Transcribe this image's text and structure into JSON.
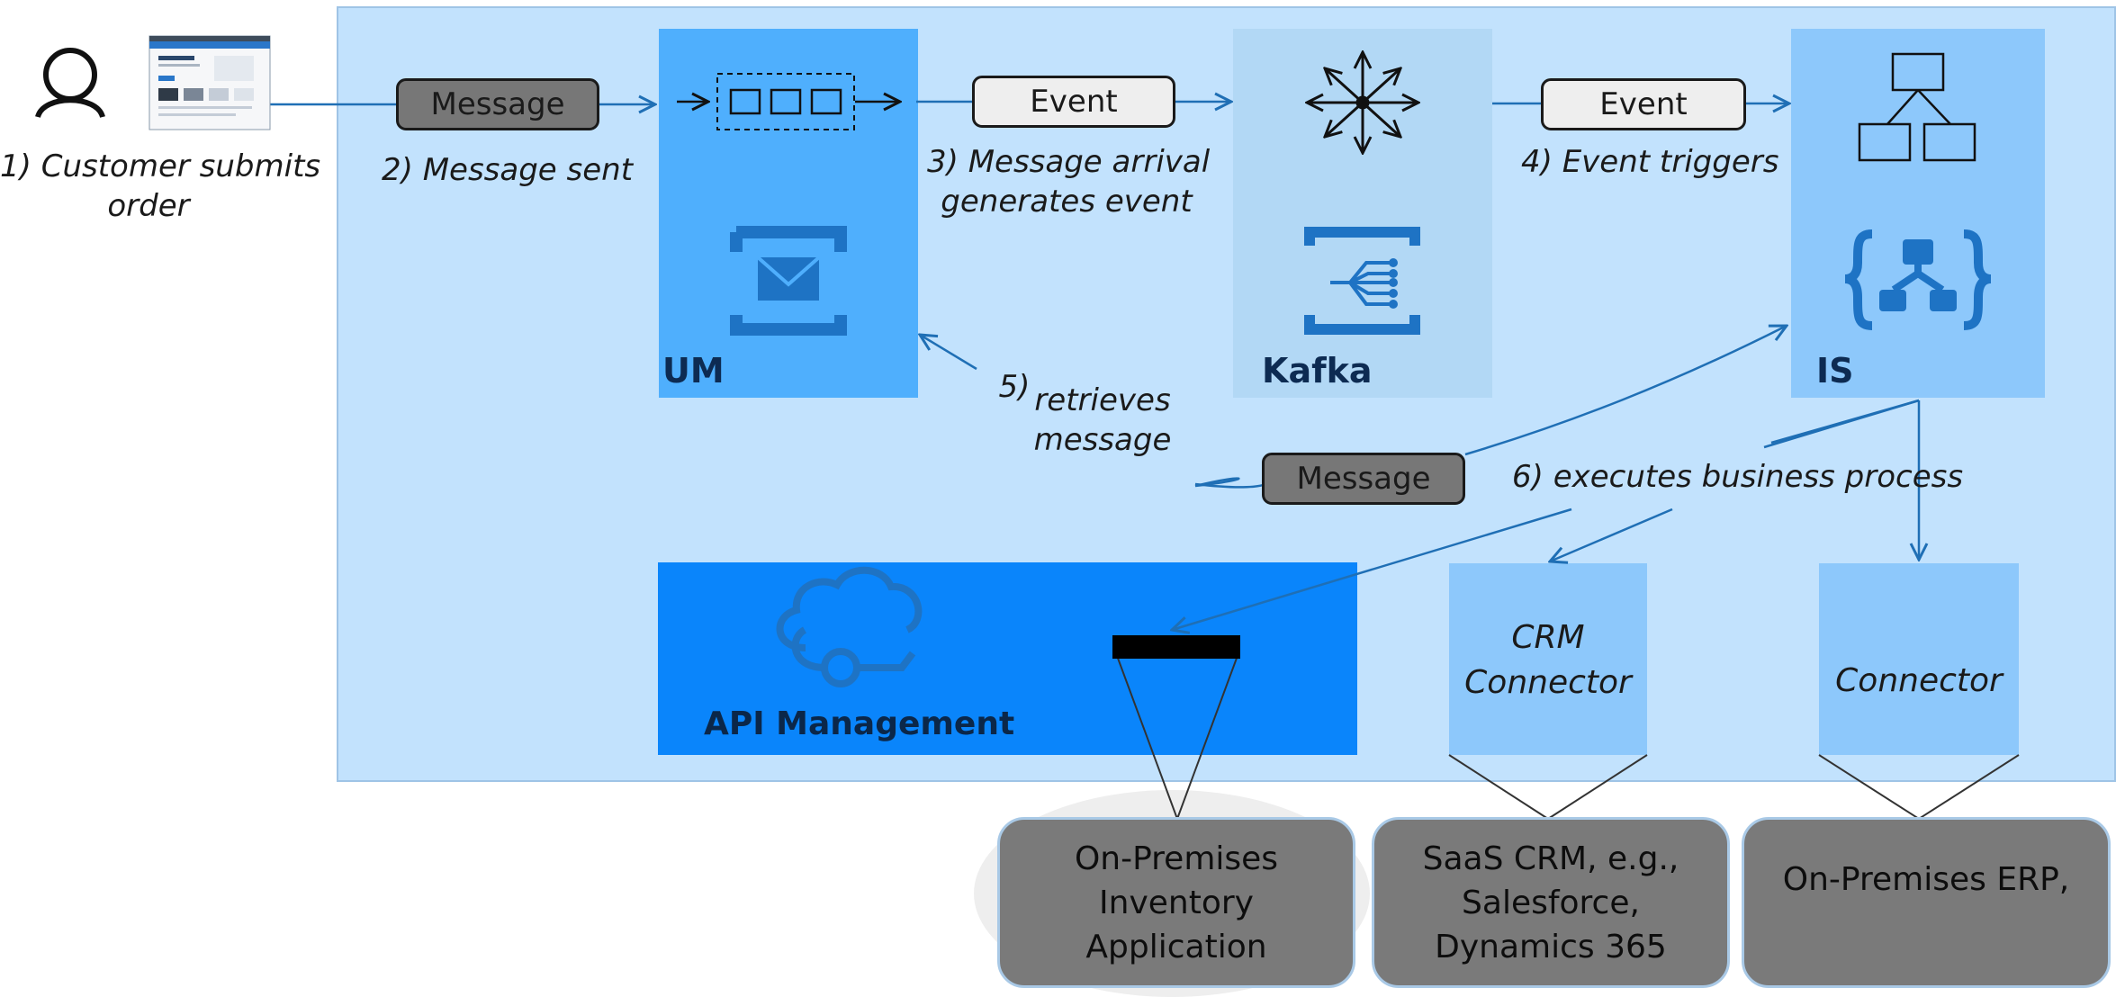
{
  "steps": {
    "step1_line1": "1) Customer submits",
    "step1_line2": "order",
    "step2": "2) Message sent",
    "step3_line1": "3) Message arrival",
    "step3_line2": "generates event",
    "step4": "4) Event triggers",
    "step5_num": "5)",
    "step5_line1": "retrieves",
    "step5_line2": "message",
    "step6": "6) executes business process"
  },
  "pills": {
    "message_top": "Message",
    "event_1": "Event",
    "event_2": "Event",
    "message_bottom": "Message"
  },
  "components": {
    "um": "UM",
    "kafka": "Kafka",
    "is": "IS",
    "api": "API Management",
    "crm_line1": "CRM",
    "crm_line2": "Connector",
    "connector": "Connector"
  },
  "systems": {
    "inventory": [
      "On-Premises",
      "Inventory",
      "Application"
    ],
    "saas": [
      "SaaS CRM, e.g.,",
      "Salesforce,",
      "Dynamics 365"
    ],
    "erp": "On-Premises ERP,"
  },
  "icons": [
    "user-icon",
    "website-screenshot-icon",
    "queue-icon",
    "mail-queue-icon",
    "event-hub-star-icon",
    "event-hub-icon",
    "hierarchy-icon",
    "logic-app-icon",
    "cloud-api-icon",
    "gateway-bar-icon"
  ],
  "colors": {
    "panel": "#c2e2fd",
    "um": "#4faffd",
    "kafka": "#b2d8f5",
    "is": "#8dc8fb",
    "api": "#0a85fb",
    "arrow": "#1f6fb5",
    "icon_blue": "#1e73c4",
    "system_gray": "#7a7a7a"
  }
}
